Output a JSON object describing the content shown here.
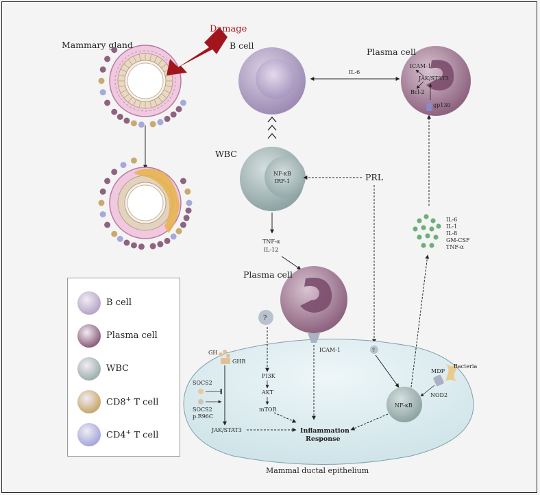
{
  "labels": {
    "damage": "Damage",
    "mammary_gland": "Mammary gland",
    "b_cell": "B cell",
    "plasma_cell_top": "Plasma cell",
    "il6_arrow": "IL-6",
    "icam1_top": "ICAM-1",
    "jak_stat3_top": "JAK/STAT3",
    "bcl2": "Bcl-2",
    "gp130": "gp130",
    "wbc": "WBC",
    "nfkb_wbc": "NF-κB",
    "irf1": "IRF-1",
    "prl": "PRL",
    "tnf_alpha": "TNF-α",
    "il12": "IL-12",
    "plasma_cell_mid": "Plasma cell",
    "question_mark": "?",
    "gh": "GH",
    "ghr": "GHR",
    "icam1_bottom": "ICAM-1",
    "socs2": "SOCS2",
    "socs2_variant_line1": "SOCS2",
    "socs2_variant_line2": "p.R96C",
    "pi3k": "PI3K",
    "akt": "AKT",
    "mtor": "mTOR",
    "jak_stat3_bottom": "JAK/STAT3",
    "inflammation_line1": "Inflammation",
    "inflammation_line2": "Response",
    "nfkb_epi": "NF-κB",
    "mdp": "MDP",
    "bacteria": "Bacteria",
    "nod2": "NOD2",
    "epithelium": "Mammal ductal epithelium"
  },
  "cytokines": [
    "IL-6",
    "IL-1",
    "IL-8",
    "GM-CSF",
    "TNF-α"
  ],
  "legend": [
    {
      "label": "B cell",
      "base": "B cell",
      "sup": "",
      "suffix": "",
      "color": "#b7a8c8",
      "icon": "b-cell-icon"
    },
    {
      "label": "Plasma cell",
      "base": "Plasma cell",
      "sup": "",
      "suffix": "",
      "color": "#8e6380",
      "icon": "plasma-cell-icon"
    },
    {
      "label": "WBC",
      "base": "WBC",
      "sup": "",
      "suffix": "",
      "color": "#9fb1b1",
      "icon": "wbc-icon"
    },
    {
      "label": "CD8+ T cell",
      "base": "CD8",
      "sup": "+",
      "suffix": " T cell",
      "color": "#c9a970",
      "icon": "cd8-t-cell-icon"
    },
    {
      "label": "CD4+ T cell",
      "base": "CD4",
      "sup": "+",
      "suffix": " T cell",
      "color": "#a6a9dc",
      "icon": "cd4-t-cell-icon"
    }
  ],
  "colors": {
    "damage_arrow": "#a3151d",
    "damage_text": "#b0141c",
    "b_cell": "#b7a8c8",
    "plasma_cell": "#8e6380",
    "wbc": "#9fb1b1",
    "cd8": "#c9a970",
    "cd4": "#a6a9dc",
    "cytokine": "#6fae7a",
    "epithelium": "#d9ebef"
  }
}
